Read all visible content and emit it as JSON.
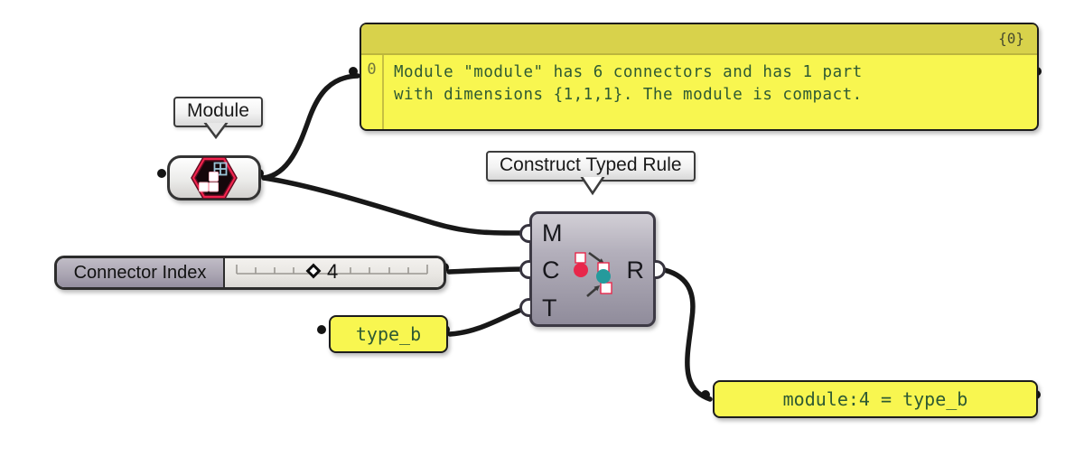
{
  "app": "Grasshopper node canvas",
  "colors": {
    "panel_yellow": "#f8f650",
    "panel_header_yellow": "#d8d24b",
    "panel_text_green": "#2e5a33",
    "wire_black": "#181818",
    "component_gray": "#908c9b",
    "icon_red": "#e8274b",
    "icon_teal": "#2a9d9f",
    "canvas_bg": "#ffffff"
  },
  "module_component": {
    "tooltip": "Module",
    "icon": "module-hexagon-icon"
  },
  "info_panel": {
    "path_label": "{0}",
    "index": "0",
    "line1": "Module \"module\" has 6 connectors and has 1 part",
    "line2": "with dimensions {1,1,1}. The module is compact."
  },
  "slider": {
    "label": "Connector Index",
    "value": "4",
    "handle": "diamond"
  },
  "rule_component": {
    "tooltip": "Construct Typed Rule",
    "inputs": [
      {
        "label": "M"
      },
      {
        "label": "C"
      },
      {
        "label": "T"
      }
    ],
    "output": {
      "label": "R"
    }
  },
  "type_panel": {
    "text": "type_b"
  },
  "result_panel": {
    "text": "module:4 = type_b"
  }
}
